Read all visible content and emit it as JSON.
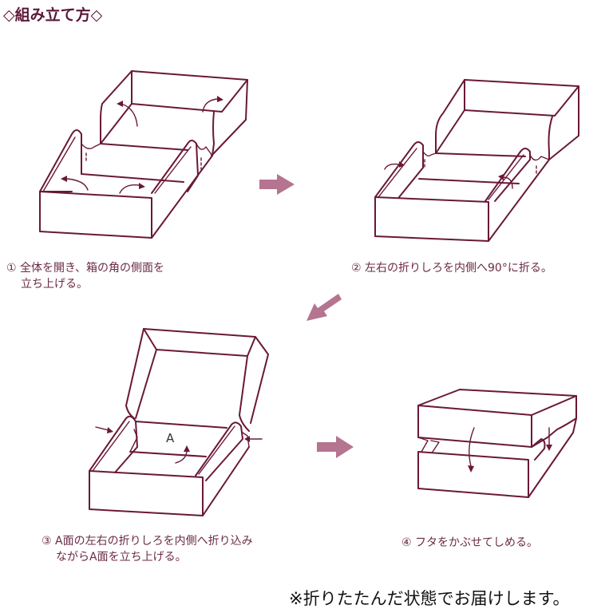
{
  "title": "◇組み立て方◇",
  "steps": [
    {
      "number": "①",
      "caption_line1": "① 全体を開き、箱の角の側面を",
      "caption_line2": "立ち上げる。",
      "figure": "open-box-raise-side-walls"
    },
    {
      "number": "②",
      "caption_line1": "② 左右の折りしろを内側へ90°に折る。",
      "caption_line2": "",
      "figure": "fold-flaps-inward-90deg"
    },
    {
      "number": "③",
      "caption_line1": "③ A面の左右の折りしろを内側へ折り込み",
      "caption_line2": "ながらA面を立ち上げる。",
      "figure": "raise-panel-A",
      "panel_label": "A"
    },
    {
      "number": "④",
      "caption_line1": "④ フタをかぶせてしめる。",
      "caption_line2": "",
      "figure": "close-lid"
    }
  ],
  "note": "※折りたたんだ状態でお届けします。",
  "colors": {
    "line": "#6a1838",
    "arrow": "#b5748f",
    "title": "#5a1738",
    "caption": "#6b2a46"
  }
}
